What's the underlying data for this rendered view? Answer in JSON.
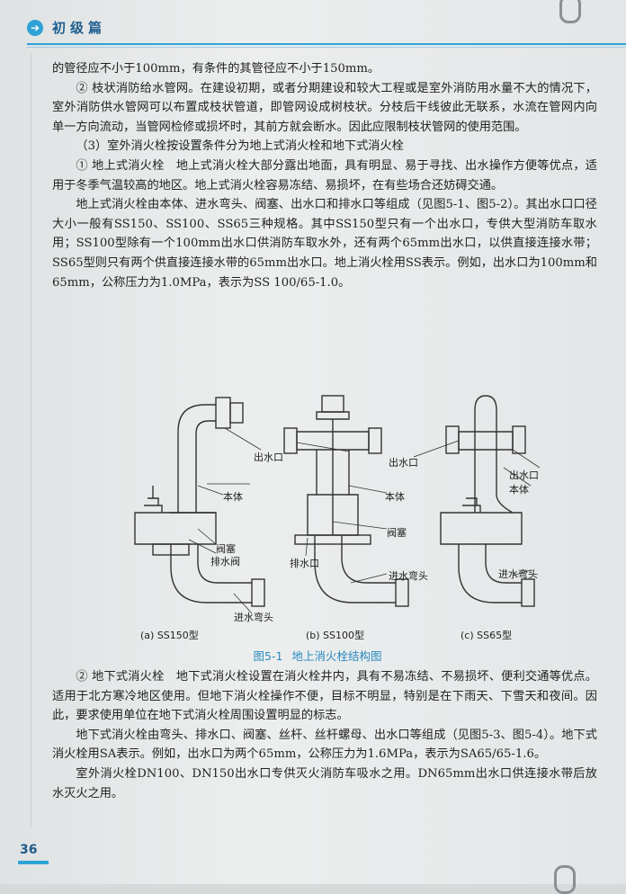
{
  "header": {
    "icon": "arrow-right-icon",
    "title": "初级篇"
  },
  "paragraphs_top": [
    "的管径应不小于100mm，有条件的其管径应不小于150mm。",
    "② 枝状消防给水管网。在建设初期，或者分期建设和较大工程或是室外消防用水量不大的情况下，室外消防供水管网可以布置成枝状管道，即管网设成树枝状。分枝后干线彼此无联系，水流在管网内向单一方向流动，当管网检修或损坏时，其前方就会断水。因此应限制枝状管网的使用范围。",
    "（3）室外消火栓按设置条件分为地上式消火栓和地下式消火栓",
    "① 地上式消火栓　地上式消火栓大部分露出地面，具有明显、易于寻找、出水操作方便等优点，适用于冬季气温较高的地区。地上式消火栓容易冻结、易损坏，在有些场合还妨碍交通。",
    "地上式消火栓由本体、进水弯头、阀塞、出水口和排水口等组成（见图5-1、图5-2）。其出水口口径大小一般有SS150、SS100、SS65三种规格。其中SS150型只有一个出水口，专供大型消防车取水用；SS100型除有一个100mm出水口供消防车取水外，还有两个65mm出水口，以供直接连接水带；SS65型则只有两个供直接连接水带的65mm出水口。地上消火栓用SS表示。例如，出水口为100mm和65mm，公称压力为1.0MPa，表示为SS 100/65-1.0。"
  ],
  "figure": {
    "labels": {
      "a_outlet": "出水口",
      "a_body": "本体",
      "a_valve": "阀塞",
      "a_drain": "排水阀",
      "a_inlet_elbow": "进水弯头",
      "b_outlet": "出水口",
      "b_body": "本体",
      "b_valve": "阀塞",
      "b_drain": "排水口",
      "b_inlet_elbow": "进水弯头",
      "c_outlet": "出水口",
      "c_body": "本体",
      "c_inlet_elbow": "进水弯头"
    },
    "sub_captions": [
      "(a) SS150型",
      "(b) SS100型",
      "(c) SS65型"
    ],
    "caption_num": "图5-1",
    "caption_text": "地上消火栓结构图"
  },
  "paragraphs_bottom": [
    "② 地下式消火栓　地下式消火栓设置在消火栓井内，具有不易冻结、不易损坏、便利交通等优点。适用于北方寒冷地区使用。但地下消火栓操作不便，目标不明显，特别是在下雨天、下雪天和夜间。因此，要求使用单位在地下式消火栓周围设置明显的标志。",
    "地下式消火栓由弯头、排水口、阀塞、丝杆、丝杆螺母、出水口等组成（见图5-3、图5-4）。地下式消火栓用SA表示。例如，出水口为两个65mm，公称压力为1.6MPa，表示为SA65/65-1.6。",
    "室外消火栓DN100、DN150出水口专供灭火消防车吸水之用。DN65mm出水口供连接水带后放水灭火之用。"
  ],
  "page_number": "36",
  "colors": {
    "accent": "#2ea3d6",
    "title": "#1f5f8f",
    "caption": "#2a8ac0"
  }
}
